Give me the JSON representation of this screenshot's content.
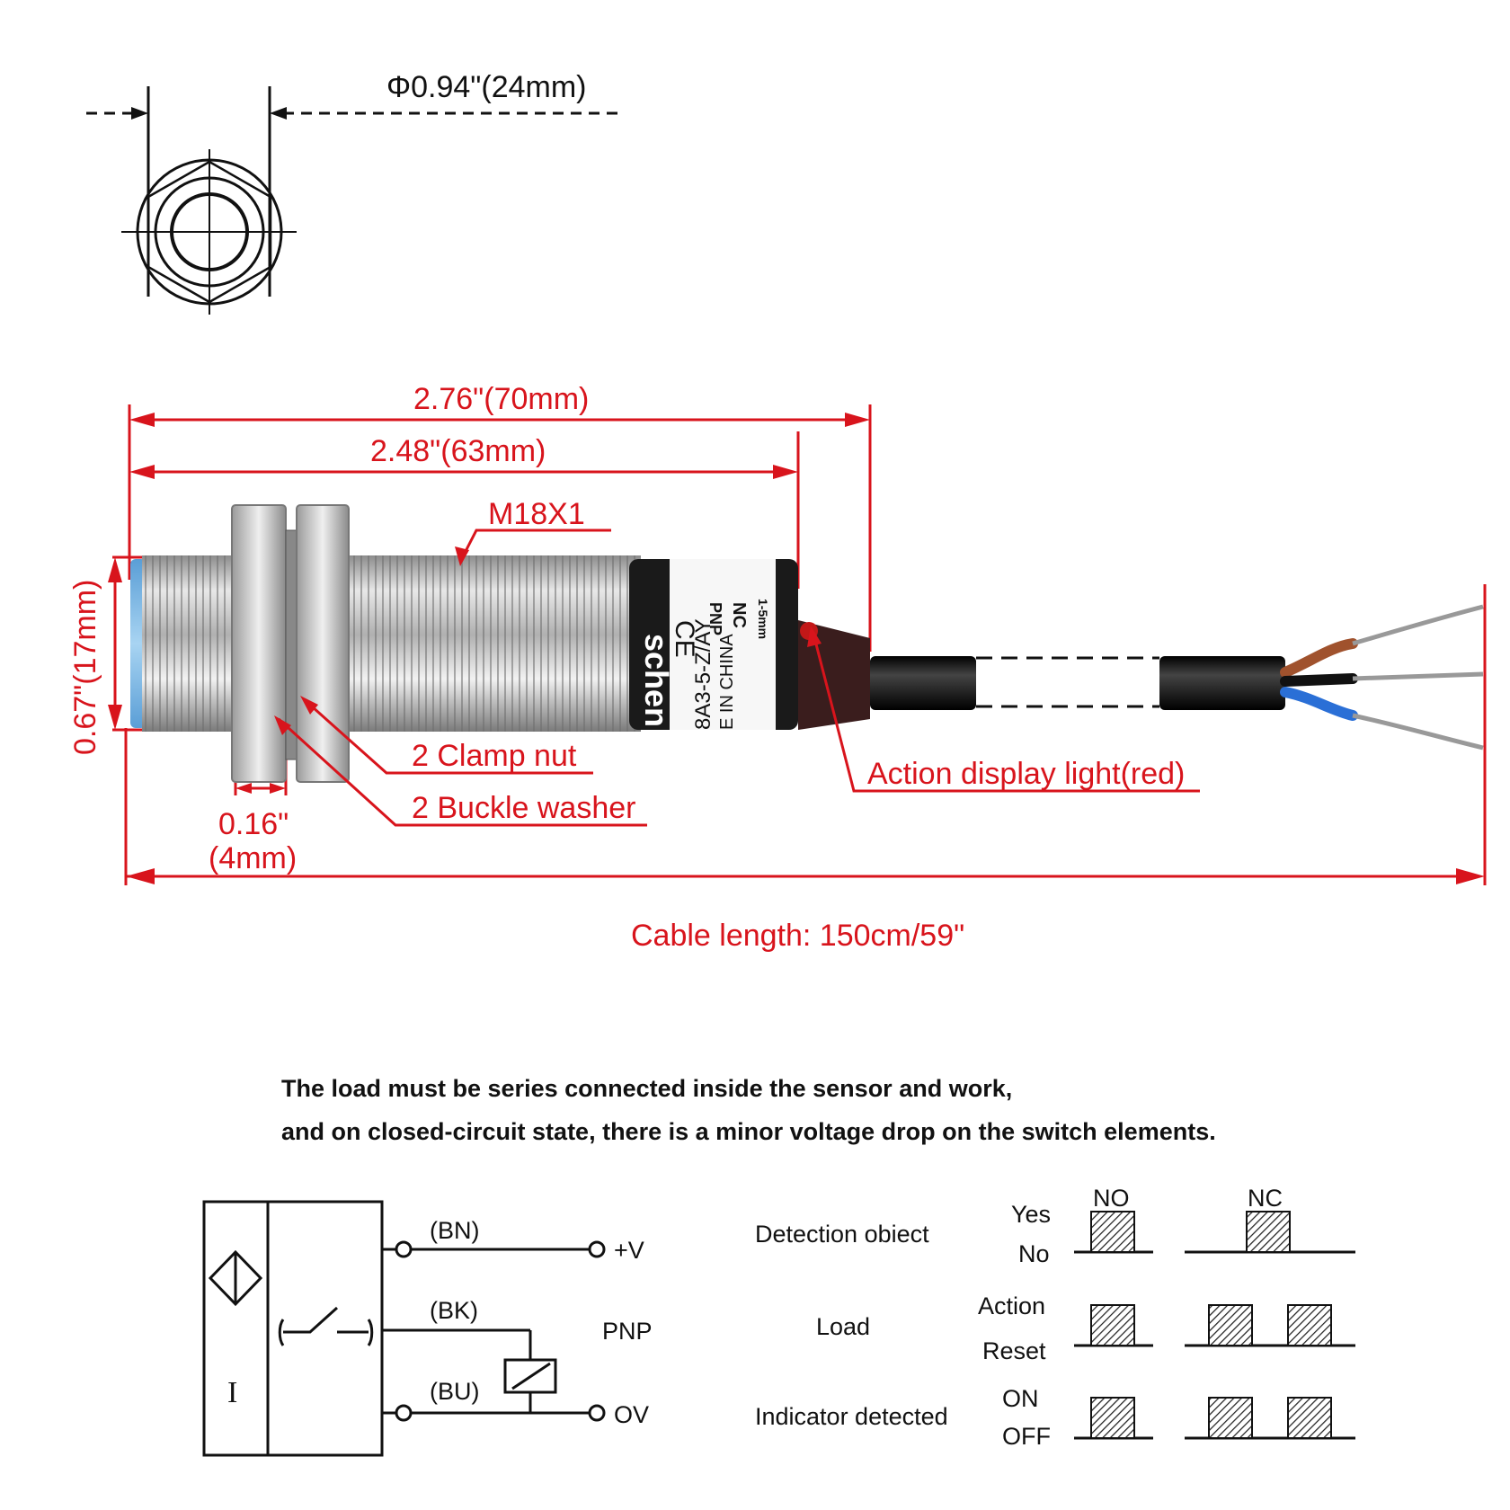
{
  "dimensions": {
    "diameter": "Φ0.94\"(24mm)",
    "overall_length": "2.76\"(70mm)",
    "body_length": "2.48\"(63mm)",
    "thread": "M18X1",
    "height": "0.67\"(17mm)",
    "nut_width_line1": "0.16\"",
    "nut_width_line2": "(4mm)",
    "cable_length": "Cable length: 150cm/59\""
  },
  "callouts": {
    "clamp_nut": "2 Clamp nut",
    "buckle_washer": "2 Buckle washer",
    "action_light": "Action display light(red)"
  },
  "sensor_label": {
    "pnp": "PNP",
    "nc": "NC",
    "range": "1-5mm",
    "ce": "CE",
    "brand": "schen",
    "model": "8A3-5-Z/AY",
    "origin": "E IN CHINA"
  },
  "note": {
    "line1": "The load must be series connected inside the sensor and work,",
    "line2": "and on closed-circuit state, there is a minor voltage drop on the switch elements."
  },
  "wiring": {
    "bn": "(BN)",
    "bk": "(BK)",
    "bu": "(BU)",
    "plus_v": "+V",
    "zero_v": "OV",
    "type": "PNP",
    "current_symbol": "I"
  },
  "timing": {
    "col_no": "NO",
    "col_nc": "NC",
    "row1_label": "Detection obiect",
    "row1_high": "Yes",
    "row1_low": "No",
    "row2_label": "Load",
    "row2_high": "Action",
    "row2_low": "Reset",
    "row3_label": "Indicator detected",
    "row3_high": "ON",
    "row3_low": "OFF"
  },
  "colors": {
    "dimension_red": "#d8141c",
    "wire_brown": "#a0522d",
    "wire_blue": "#2a6fd6",
    "sensor_face": "#7ab6e6"
  }
}
